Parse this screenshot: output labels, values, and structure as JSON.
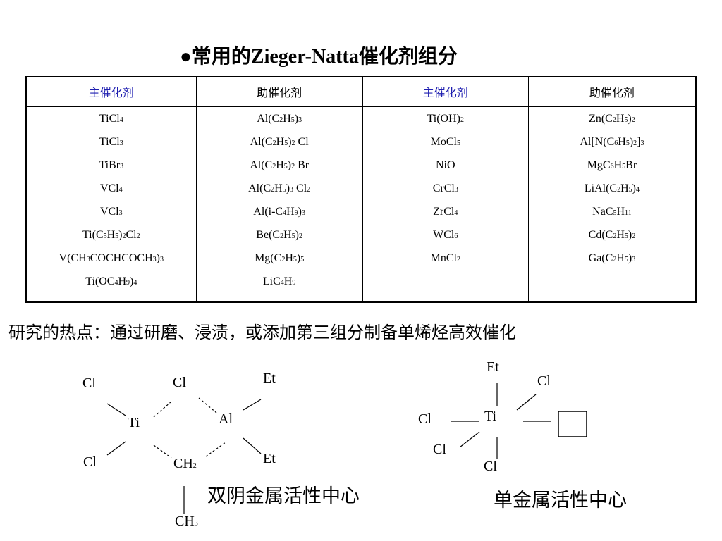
{
  "title": {
    "bullet": "●",
    "text": "常用的Zieger-Natta催化剂组分"
  },
  "table": {
    "headers": [
      "主催化剂",
      "助催化剂",
      "主催化剂",
      "助催化剂"
    ],
    "columns": [
      [
        "TiCl4",
        "TiCl3",
        "TiBr3",
        "VCl4",
        "VCl3",
        "Ti(C5H5)2Cl2",
        "V(CH3COCHCOCH3)3",
        "Ti(OC4H9)4"
      ],
      [
        "Al(C2H5)3",
        "Al(C2H5)2 Cl",
        "Al(C2H5)2 Br",
        "Al(C2H5)3 Cl2",
        "Al(i-C4H9)3",
        "Be(C2H5)2",
        "Mg(C2H5)5",
        "LiC4H9"
      ],
      [
        "Ti(OH)2",
        "MoCl5",
        "NiO",
        "CrCl3",
        "ZrCl4",
        "WCl6",
        "MnCl2"
      ],
      [
        "Zn(C2H5)2",
        "Al[N(C6H5)2]3",
        "MgC6H5Br",
        "LiAl(C2H5)4",
        "NaC5H11",
        "Cd(C2H5)2",
        "Ga(C2H5)3"
      ]
    ]
  },
  "hotspot": "研究的热点：通过研磨、浸渍，或添加第三组分制备单烯烃高效催化",
  "bimetal": {
    "cl1": "Cl",
    "cl2": "Cl",
    "cl3": "Cl",
    "et1": "Et",
    "et2": "Et",
    "ti": "Ti",
    "al": "Al",
    "ch2": "CH2",
    "ch3": "CH3",
    "caption": "双阴金属活性中心"
  },
  "monometal": {
    "et": "Et",
    "cl_tr": "Cl",
    "cl_l": "Cl",
    "cl_bl": "Cl",
    "cl_b": "Cl",
    "ti": "Ti",
    "caption": "单金属活性中心"
  }
}
